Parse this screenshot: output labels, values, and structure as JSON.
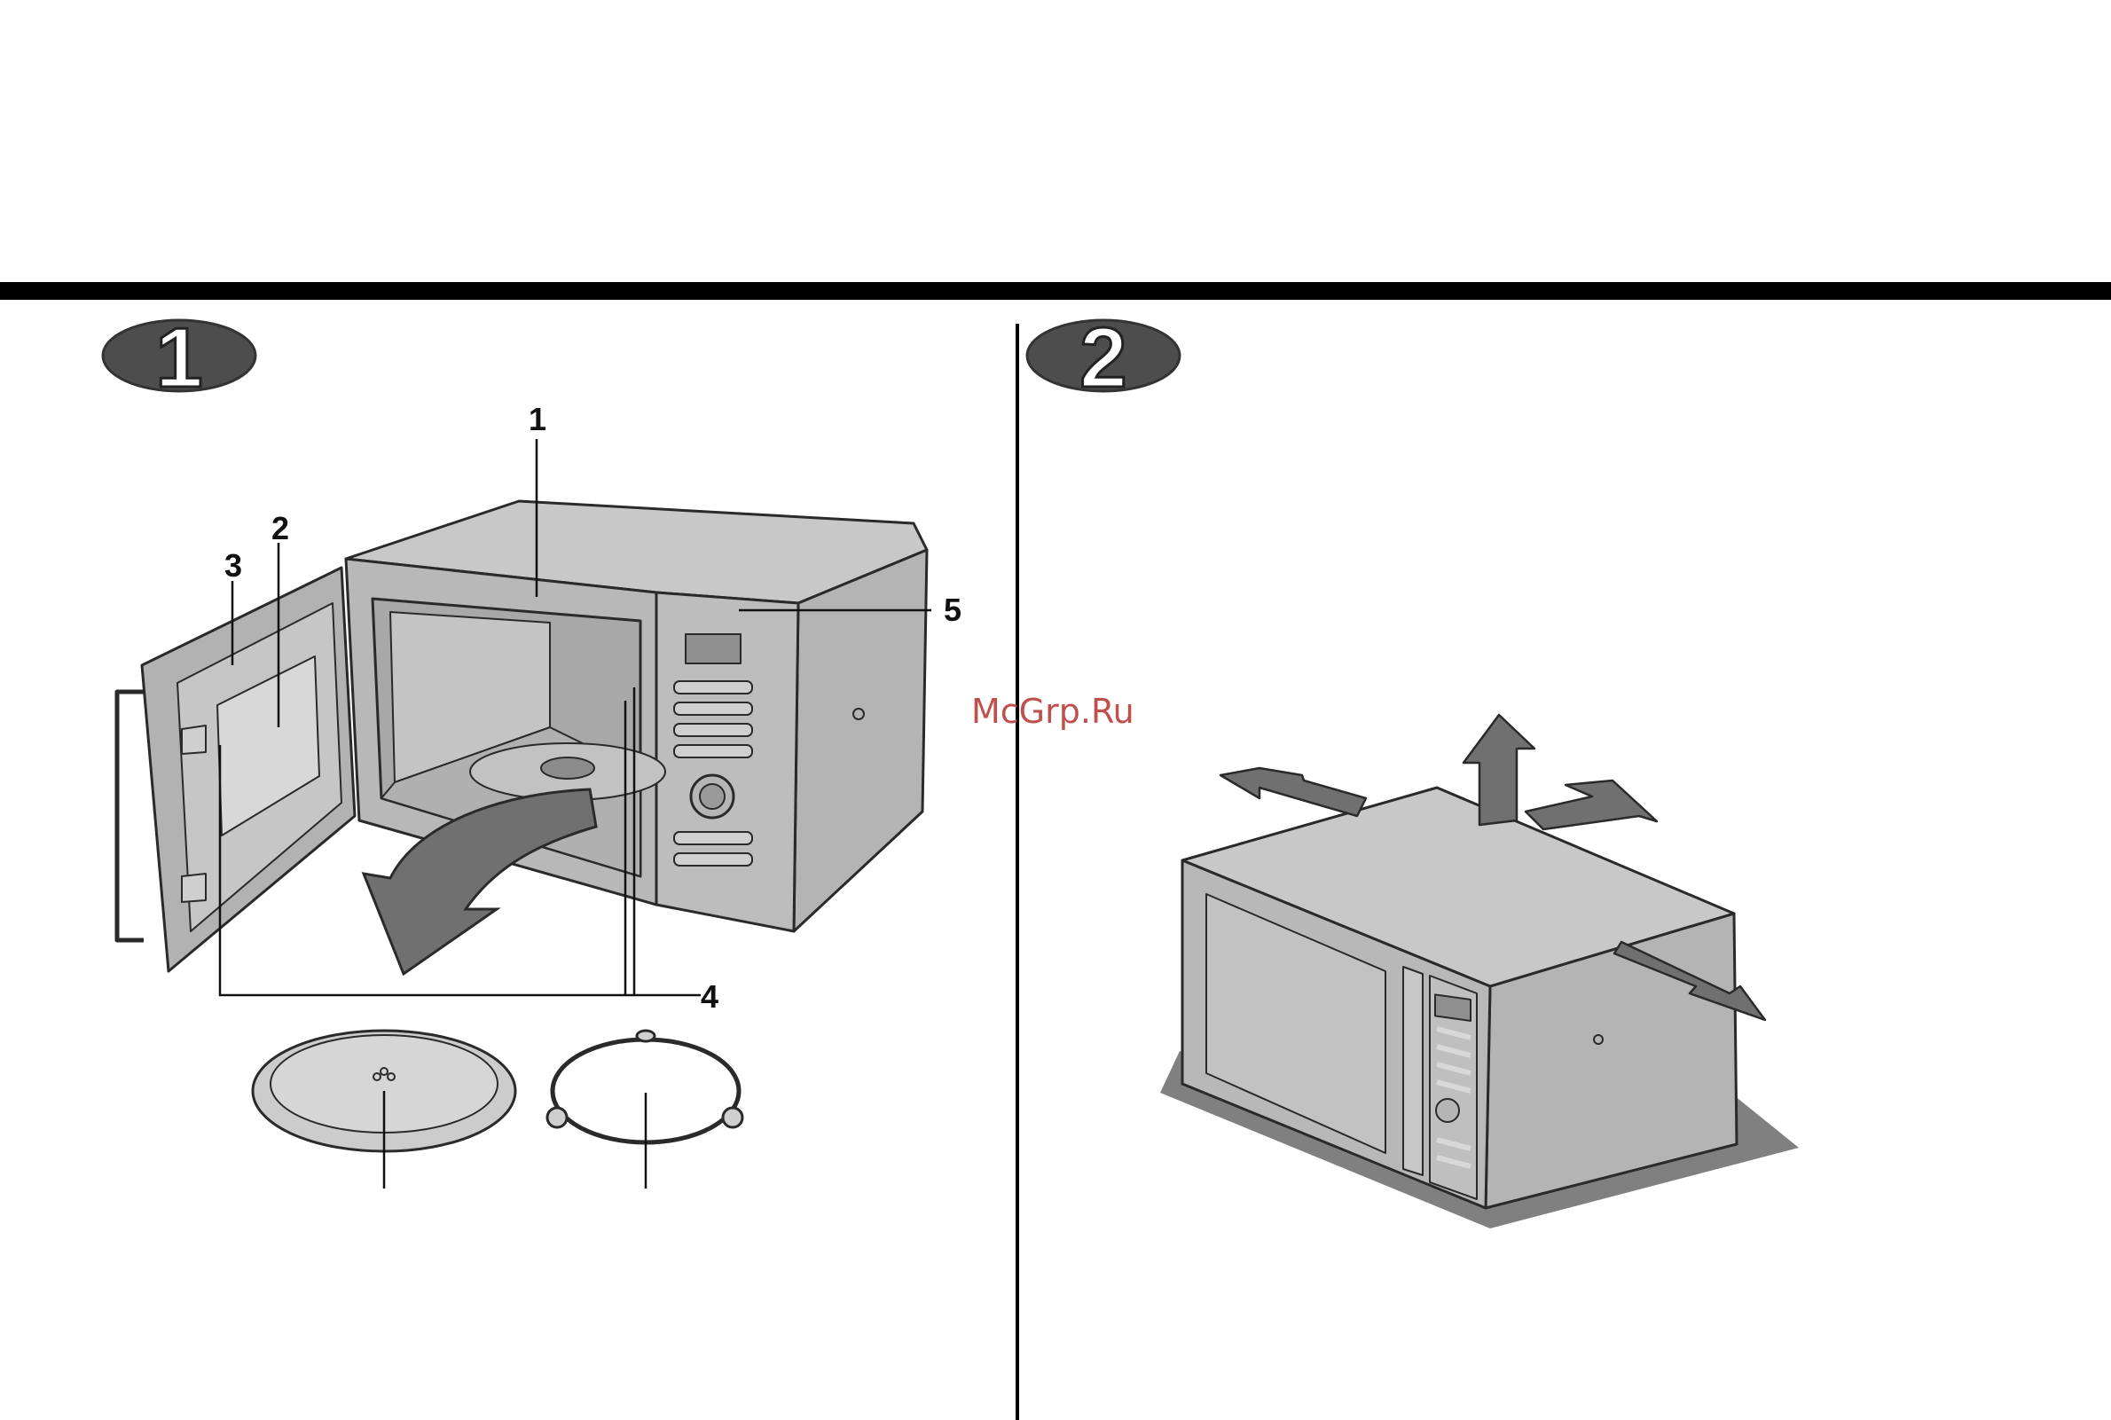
{
  "steps": [
    {
      "number": "1"
    },
    {
      "number": "2"
    }
  ],
  "callouts": {
    "c1": "1",
    "c2": "2",
    "c3": "3",
    "c4": "4",
    "c5": "5"
  },
  "watermark": "McGrp.Ru",
  "colors": {
    "rule": "#000000",
    "badge_fill": "#4d4d4d",
    "panel_light": "#c8c8c8",
    "panel_mid": "#b4b4b4",
    "panel_dark": "#9a9a9a",
    "arrow": "#707070",
    "shadow": "#808080",
    "outline": "#2a2a2a",
    "watermark": "#c0504d"
  }
}
